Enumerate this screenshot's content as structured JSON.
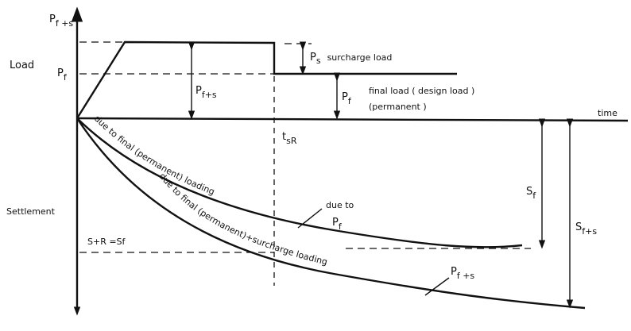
{
  "labels": {
    "p_fs_axis": "P",
    "p_fs_axis_sub": "f +s",
    "load": "Load",
    "p_f_axis": "P",
    "p_f_axis_sub": "f",
    "p_fs_arrow": "P",
    "p_fs_arrow_sub": "f+s",
    "p_s": "P",
    "p_s_sub": "s",
    "surcharge": "surcharge load",
    "p_f_arrow": "P",
    "p_f_arrow_sub": "f",
    "final_load": "final load ( design load )",
    "permanent": "(permanent )",
    "time": "time",
    "t_sr": "t",
    "t_sr_sub": "sR",
    "settlement": "Settlement",
    "s_r": "S+R  =Sf",
    "s_f": "S",
    "s_f_sub": "f",
    "s_fs": "S",
    "s_fs_sub": "f+s",
    "due_to": "due to",
    "due_pf": "P",
    "due_pf_sub": "f",
    "pfs_curve": "P",
    "pfs_curve_sub": "f +s",
    "curve1": "due to final (permanent) loading",
    "curve2": "due to final (permanent)+surcharge loading"
  }
}
